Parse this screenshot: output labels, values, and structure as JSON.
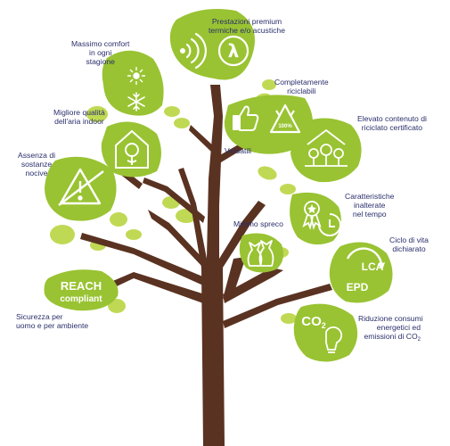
{
  "colors": {
    "leaf": "#99c332",
    "leaf_light": "#c0d954",
    "trunk": "#5a3221",
    "text": "#2a2f6b",
    "icon": "#ffffff"
  },
  "labels": {
    "premium": [
      "Prestazioni premium",
      "termiche e/o acustiche"
    ],
    "comfort": [
      "Massimo comfort",
      "in ogni",
      "stagione"
    ],
    "riciclabili": [
      "Completamente",
      "riciclabili"
    ],
    "aria": [
      "Migliore qualità",
      "dell'aria indoor"
    ],
    "versatili": "Versatili",
    "riciclato": [
      "Elevato contenuto di",
      "riciclato certificato"
    ],
    "sostanze": [
      "Assenza di",
      "sostanze",
      "nocive"
    ],
    "inalterate": [
      "Caratteristiche",
      "inalterate",
      "nel tempo"
    ],
    "spreco": "Minimo spreco",
    "ciclo": [
      "Ciclo di vita",
      "dichiarato"
    ],
    "sicurezza": [
      "Sicurezza per",
      "uomo e per ambiente"
    ],
    "riduzione": [
      "Riduzione consumi",
      "energetici ed"
    ],
    "emissioni": "emissioni di CO",
    "emissioni_sub": "2"
  },
  "badges": {
    "reach": "REACH",
    "compliant": "compliant",
    "lca": "LCA",
    "epd": "EPD",
    "co2": "CO",
    "co2_sub": "2",
    "recycle_pct": "100%"
  },
  "icons": {
    "premium": [
      "sound-waves-icon",
      "lambda-icon"
    ],
    "comfort": [
      "sun-icon",
      "snowflake-icon"
    ],
    "riciclabili": [
      "thumbs-up-icon",
      "recycle-icon"
    ],
    "aria": "house-tree-icon",
    "riciclato": "forest-house-icon",
    "sostanze": "hazard-crossed-icon",
    "inalterate": [
      "award-medal-icon",
      "clock-icon"
    ],
    "spreco": "waste-bags-icon",
    "ciclo": "lca-epd-icon",
    "riduzione": "co2-bulb-icon"
  }
}
